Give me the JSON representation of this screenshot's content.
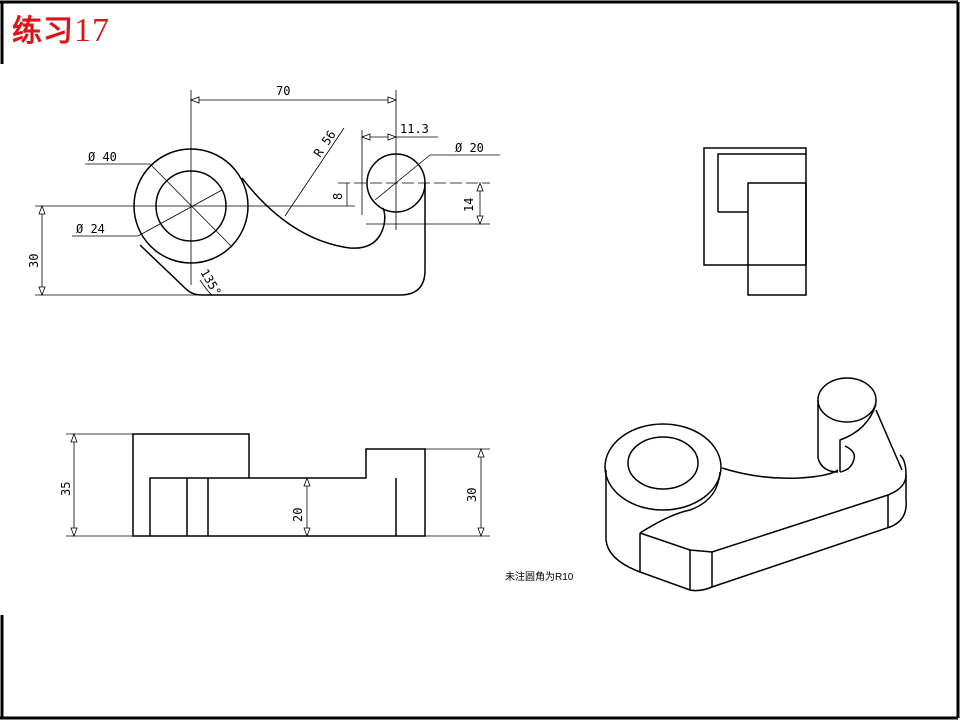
{
  "title": {
    "text": "练习",
    "number": "17"
  },
  "note": "未注圆角为R10",
  "dimensions": {
    "top_view": {
      "width_70": "70",
      "dia_40": "Ø 40",
      "dia_24": "Ø 24",
      "radius_56": "R 56",
      "offset_11_3": "11.3",
      "dia_20": "Ø 20",
      "height_8": "8",
      "height_14": "14",
      "height_30": "30",
      "angle_135": "135°"
    },
    "front_view": {
      "height_35": "35",
      "height_20": "20",
      "height_30": "30"
    }
  },
  "colors": {
    "title": "#d8171c",
    "line": "#000000"
  }
}
